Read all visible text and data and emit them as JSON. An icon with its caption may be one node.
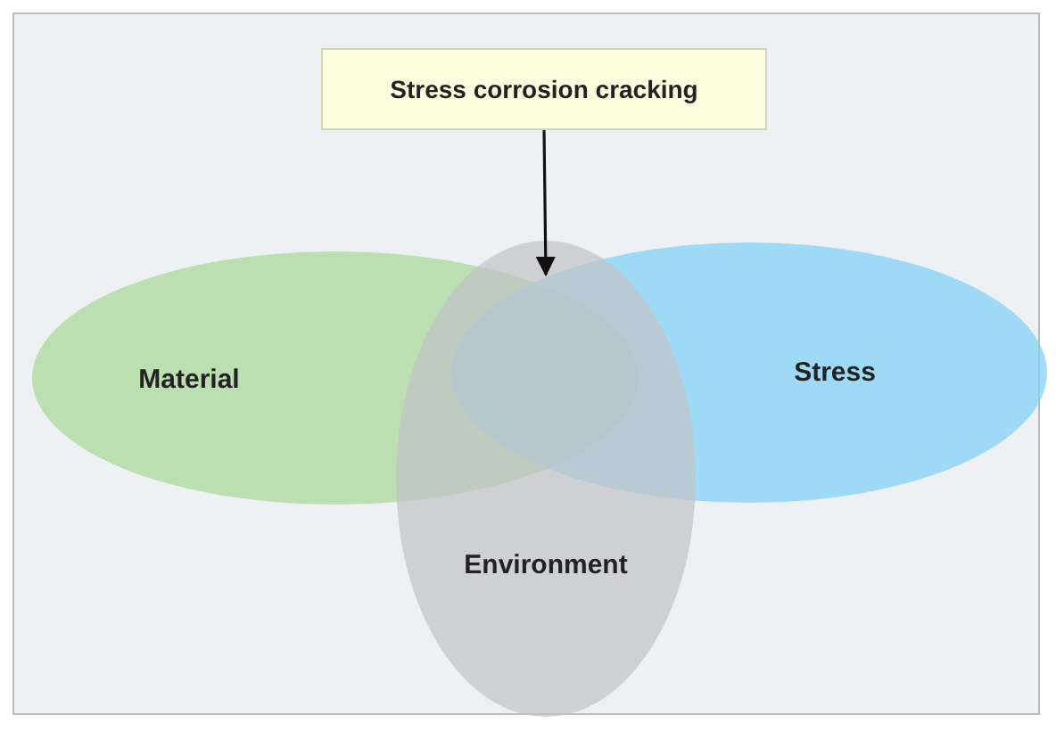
{
  "diagram": {
    "nodes": [
      {
        "text": [
          "Stress corrosion cracking"
        ]
      },
      {
        "text": [
          "Material"
        ]
      },
      {
        "text": [
          "Stress"
        ]
      },
      {
        "text": [
          "Environment"
        ]
      }
    ],
    "edges": [
      {
        "from": 0,
        "to": 3,
        "arrow": "to"
      }
    ]
  }
}
